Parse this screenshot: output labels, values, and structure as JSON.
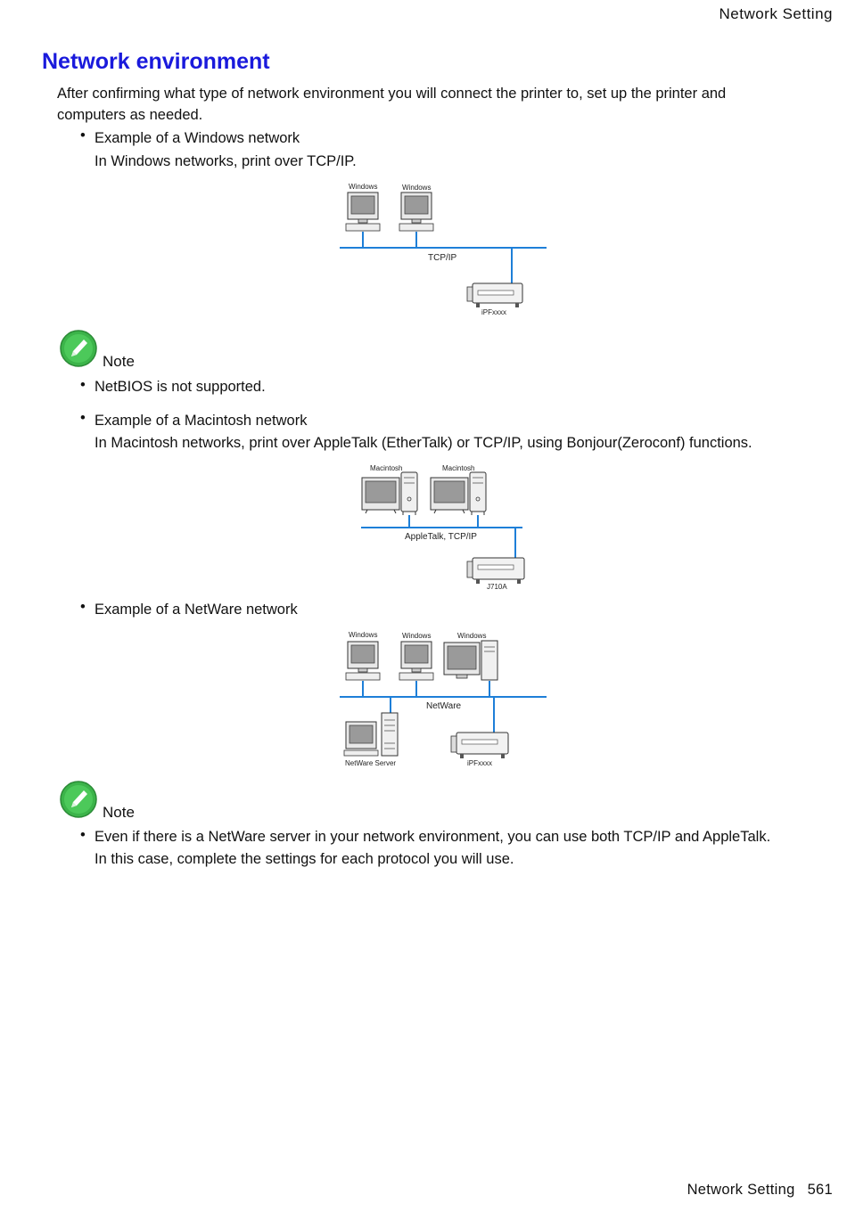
{
  "header": {
    "section": "Network  Setting"
  },
  "title": "Network environment",
  "intro": {
    "line1": "After confirming what type of network environment you will connect the printer to, set up the printer and",
    "line2": "computers as needed."
  },
  "windows_example": {
    "bullet": "Example of a Windows network",
    "desc": "In Windows networks, print over TCP/IP.",
    "diagram": {
      "pc1_label": "Windows",
      "pc2_label": "Windows",
      "network_label": "TCP/IP",
      "printer_label": "iPFxxxx"
    }
  },
  "note1": {
    "label": "Note",
    "items": [
      "NetBIOS is not supported."
    ]
  },
  "mac_example": {
    "bullet": "Example of a Macintosh network",
    "desc": "In Macintosh networks, print over AppleTalk (EtherTalk) or TCP/IP, using Bonjour(Zeroconf) functions.",
    "diagram": {
      "mac1_label": "Macintosh",
      "mac2_label": "Macintosh",
      "network_label": "AppleTalk, TCP/IP",
      "printer_label": "J710A"
    }
  },
  "netware_example": {
    "bullet": "Example of a NetWare network",
    "diagram": {
      "pc1_label": "Windows",
      "pc2_label": "Windows",
      "pc3_label": "Windows",
      "network_label": "NetWare",
      "server_label": "NetWare  Server",
      "printer_label": "iPFxxxx"
    }
  },
  "note2": {
    "label": "Note",
    "line1": "Even if there is a NetWare server in your network environment, you can use both TCP/IP and AppleTalk.",
    "line2": "In this case, complete the settings for each protocol you will use."
  },
  "footer": {
    "section": "Network  Setting",
    "page": "561"
  },
  "colors": {
    "title": "#1a1adc",
    "network_line": "#1e7fd8",
    "note_icon": "#3cb44a"
  },
  "icons": [
    "note-pencil-icon"
  ]
}
